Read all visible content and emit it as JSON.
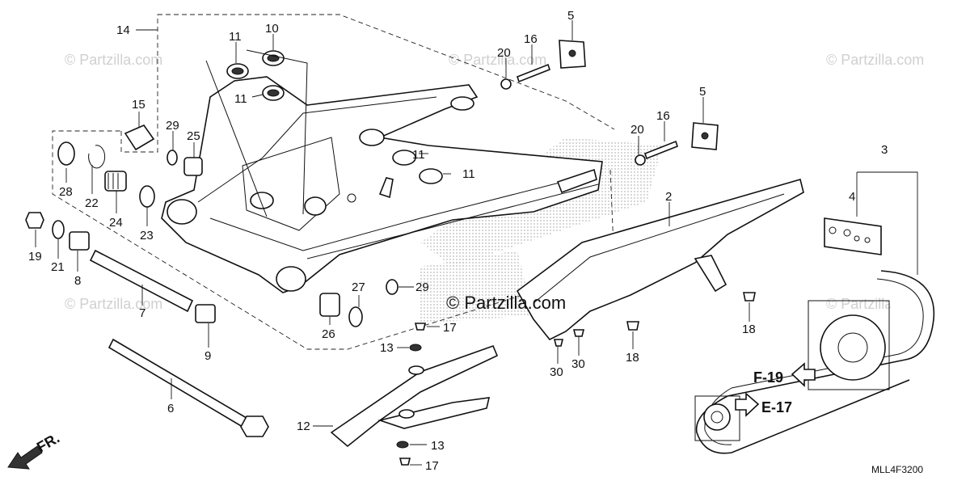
{
  "diagram": {
    "part_labels": [
      "14",
      "11",
      "10",
      "5",
      "20",
      "16",
      "15",
      "29",
      "25",
      "11",
      "11",
      "11",
      "5",
      "20",
      "16",
      "3",
      "2",
      "4",
      "28",
      "22",
      "24",
      "23",
      "19",
      "21",
      "8",
      "7",
      "27",
      "29",
      "26",
      "17",
      "9",
      "13",
      "30",
      "30",
      "18",
      "18",
      "6",
      "12",
      "13",
      "17"
    ],
    "ref_labels": [
      "F-19",
      "E-17"
    ],
    "front_label": "FR.",
    "diagram_code": "MLL4F3200",
    "watermark": "© Partzilla.com",
    "watermark_faded": "© Partzilla.com"
  }
}
